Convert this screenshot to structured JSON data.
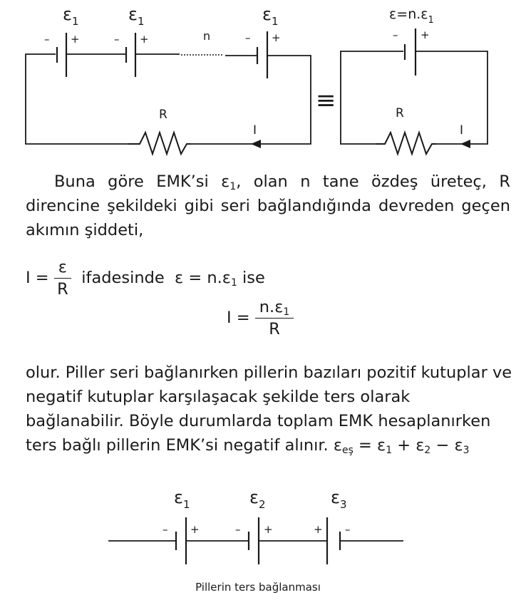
{
  "circuit_top": {
    "battery_labels": [
      "ε",
      "ε",
      "ε"
    ],
    "battery_subs": [
      "1",
      "1",
      "1"
    ],
    "n_label": "n",
    "minus": "–",
    "plus": "+",
    "resistor_label": "R",
    "current_label": "I",
    "equiv_symbol": "≡",
    "equiv_battery_label": "ε=n.ε",
    "equiv_battery_sub": "1",
    "equiv_resistor_label": "R",
    "equiv_current_label": "I"
  },
  "paragraph1": {
    "part_a": "Buna göre EMK’si ε",
    "sub1": "1",
    "part_b": ", olan n tane özdeş üreteç, R direncine şekildeki gibi seri bağlandığında devreden geçen akımın şiddeti,"
  },
  "equation1": {
    "lhs": "I =",
    "num": "ε",
    "den": "R",
    "middle": "ifadesinde",
    "rhs": "ε = n.ε",
    "rhs_sub": "1",
    "suffix": "ise"
  },
  "equation2": {
    "lhs": "I =",
    "num": "n.ε",
    "num_sub": "1",
    "den": "R"
  },
  "paragraph2": {
    "text": "olur. Piller seri bağlanırken pillerin bazıları pozitif kutuplar ve negatif kutuplar karşılaşacak şekilde ters olarak bağlanabilir. Böyle durumlarda toplam EMK hesaplanırken ters bağlı pillerin EMK’si negatif alınır.",
    "formula_eps": "ε",
    "formula_sub_eq": "eş",
    "formula_rest_1": " = ε",
    "formula_sub_1": "1",
    "formula_rest_2": " + ε",
    "formula_sub_2": "2",
    "formula_rest_3": " − ε",
    "formula_sub_3": "3"
  },
  "circuit_bottom": {
    "battery_labels": [
      "ε",
      "ε",
      "ε"
    ],
    "battery_subs": [
      "1",
      "2",
      "3"
    ],
    "minus": "–",
    "plus": "+"
  },
  "caption": "Pillerin ters bağlanması"
}
